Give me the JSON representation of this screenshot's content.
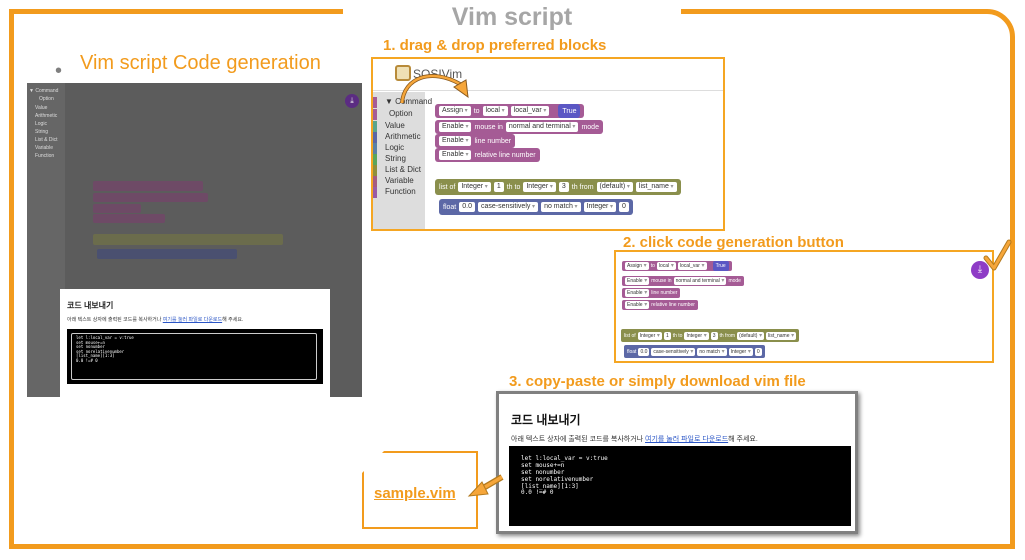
{
  "title": "Vim script",
  "bullet": "•",
  "subtitle": "Vim script Code generation",
  "steps": {
    "s1": "1. drag & drop preferred blocks",
    "s2": "2. click code generation button",
    "s3": "3. copy-paste or simply download vim file"
  },
  "app": {
    "logo": "SOSIVim"
  },
  "categories": [
    {
      "label": "▼ Command",
      "color": "#a55b95"
    },
    {
      "label": "Option",
      "color": "#a55b95"
    },
    {
      "label": "Value",
      "color": "#5ba58c"
    },
    {
      "label": "Arithmetic",
      "color": "#5b67a5"
    },
    {
      "label": "Logic",
      "color": "#5b80a5"
    },
    {
      "label": "String",
      "color": "#5ba55b"
    },
    {
      "label": "List & Dict",
      "color": "#8f8f3c"
    },
    {
      "label": "Variable",
      "color": "#a55b80"
    },
    {
      "label": "Function",
      "color": "#995ba5"
    }
  ],
  "blocks": {
    "assign": {
      "label": "Assign",
      "to": "to",
      "scope": "local",
      "var": "local_var",
      "value": "True"
    },
    "mouse": {
      "label": "Enable",
      "pre": "mouse in",
      "mode": "normal and terminal",
      "post": "mode"
    },
    "line": {
      "label": "Enable",
      "text": "line number"
    },
    "rel": {
      "label": "Enable",
      "text": "relative line number"
    },
    "list": {
      "label": "list of",
      "type1": "Integer",
      "n1": "1",
      "th": "th to",
      "type2": "Integer",
      "n2": "3",
      "from": "th from",
      "src": "(default)",
      "name": "list_name"
    },
    "float": {
      "label": "float",
      "val": "0.0",
      "cs": "case-sensitively",
      "nm": "no match",
      "type": "Integer",
      "n": "0"
    }
  },
  "fab_icon": "download-icon",
  "fab_glyph": "⤓",
  "dialog": {
    "title": "코드 내보내기",
    "desc_pre": "아래 텍스트 상자에 출력된 코드를 복사하거나 ",
    "link": "여기를 눌러 파일로 다운로드",
    "desc_post": "해 주세요.",
    "code": "let l:local_var = v:true\nset mouse+=n\nset nonumber\nset norelativenumber\n[list_name][1:3]\n0.0 !=# 0"
  },
  "file": "sample.vim",
  "colors": {
    "accent": "#f29b1d",
    "title": "#a6a6a6"
  }
}
